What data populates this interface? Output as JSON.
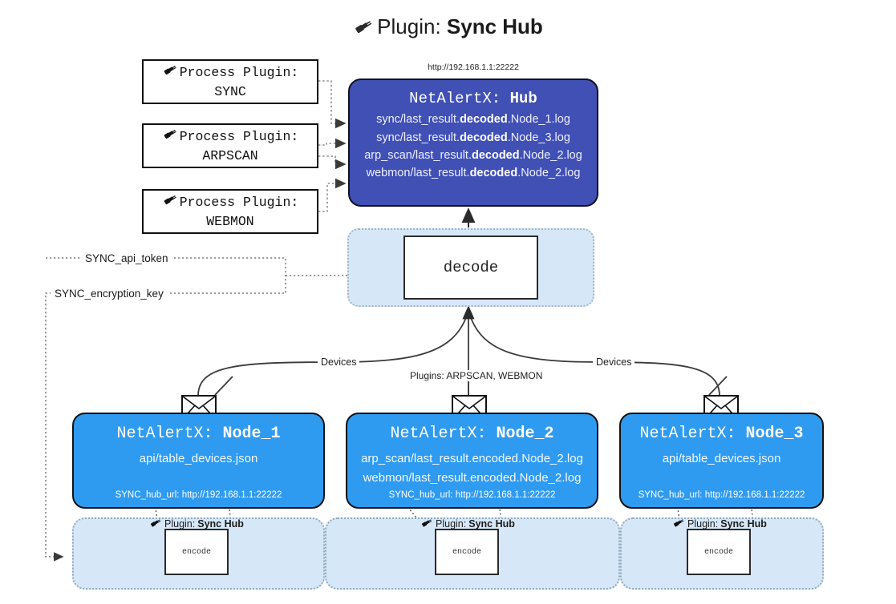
{
  "header": {
    "icon": "plug-icon",
    "prefix": "Plugin:",
    "name": "Sync Hub"
  },
  "hub": {
    "url": "http://192.168.1.1:22222",
    "title_prefix": "NetAlertX:",
    "title_name": "Hub",
    "logs": [
      {
        "pre": "sync/last_result.",
        "mid": "decoded",
        "post": ".Node_1.log"
      },
      {
        "pre": "sync/last_result.",
        "mid": "decoded",
        "post": ".Node_3.log"
      },
      {
        "pre": "arp_scan/last_result.",
        "mid": "decoded",
        "post": ".Node_2.log"
      },
      {
        "pre": "webmon/last_result.",
        "mid": "decoded",
        "post": ".Node_2.log"
      }
    ]
  },
  "process_plugins": [
    {
      "icon": "plug-icon",
      "line1": "Process Plugin:",
      "line2": "SYNC"
    },
    {
      "icon": "plug-icon",
      "line1": "Process Plugin:",
      "line2": "ARPSCAN"
    },
    {
      "icon": "plug-icon",
      "line1": "Process Plugin:",
      "line2": "WEBMON"
    }
  ],
  "decode": {
    "label": "decode"
  },
  "settings": {
    "api_token": "SYNC_api_token",
    "encryption_key": "SYNC_encryption_key"
  },
  "edge_labels": {
    "devices_left": "Devices",
    "devices_right": "Devices",
    "plugins_center": "Plugins: ARPSCAN, WEBMON"
  },
  "nodes": [
    {
      "title_prefix": "NetAlertX:",
      "title_name": "Node_1",
      "rows": [
        "api/table_devices.json"
      ],
      "hub_url_label": "SYNC_hub_url:",
      "hub_url_value": "http://192.168.1.1:22222",
      "envelope_icon": "envelope-icon",
      "plugin_caption_prefix": "Plugin:",
      "plugin_caption_name": "Sync Hub",
      "plugin_caption_icon": "plug-icon",
      "encode_label": "encode"
    },
    {
      "title_prefix": "NetAlertX:",
      "title_name": "Node_2",
      "rows": [
        "arp_scan/last_result.encoded.Node_2.log",
        "webmon/last_result.encoded.Node_2.log"
      ],
      "hub_url_label": "SYNC_hub_url:",
      "hub_url_value": "http://192.168.1.1:22222",
      "envelope_icon": "envelope-icon",
      "plugin_caption_prefix": "Plugin:",
      "plugin_caption_name": "Sync Hub",
      "plugin_caption_icon": "plug-icon",
      "encode_label": "encode"
    },
    {
      "title_prefix": "NetAlertX:",
      "title_name": "Node_3",
      "rows": [
        "api/table_devices.json"
      ],
      "hub_url_label": "SYNC_hub_url:",
      "hub_url_value": "http://192.168.1.1:22222",
      "envelope_icon": "envelope-icon",
      "plugin_caption_prefix": "Plugin:",
      "plugin_caption_name": "Sync Hub",
      "plugin_caption_icon": "plug-icon",
      "encode_label": "encode"
    }
  ],
  "colors": {
    "hub_fill": "#4050b5",
    "node_fill": "#2f9bf0",
    "group_fill": "#d6e8f8",
    "stroke": "#111111"
  }
}
